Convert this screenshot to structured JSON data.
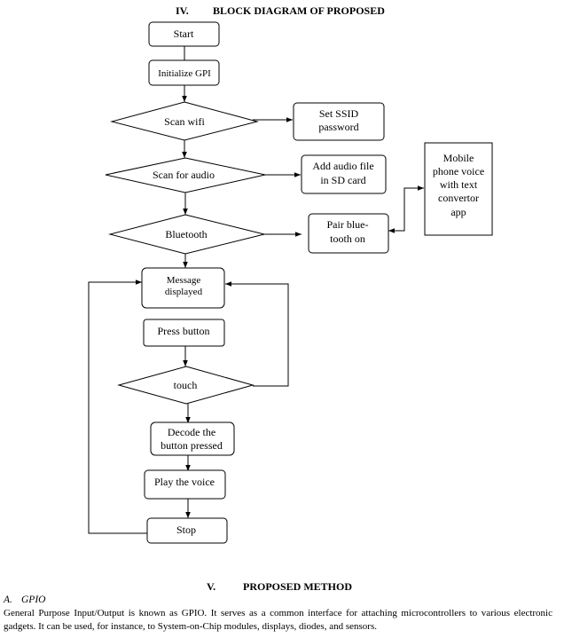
{
  "section4": {
    "number": "IV.",
    "title": "BLOCK DIAGRAM OF PROPOSED"
  },
  "diagram": {
    "nodes": {
      "start": "Start",
      "init": "Initialize GPI",
      "scan_wifi": "Scan wifi",
      "ssid": [
        "Set SSID",
        "password"
      ],
      "scan_audio": "Scan for audio",
      "audio_file": [
        "Add audio file",
        "in SD card"
      ],
      "bluetooth": "Bluetooth",
      "pair": [
        "Pair blue-",
        "tooth on"
      ],
      "mobile": [
        "Mobile",
        "phone voice",
        "with text",
        "convertor",
        "app"
      ],
      "message": [
        "Message",
        "displayed"
      ],
      "press": "Press button",
      "touch": "touch",
      "decode": [
        "Decode the",
        "button pressed"
      ],
      "play": "Play the voice",
      "stop": "Stop"
    }
  },
  "section5": {
    "number": "V.",
    "title": "PROPOSED METHOD"
  },
  "subsection": {
    "letter": "A.",
    "title": "GPIO"
  },
  "paragraph": "General Purpose Input/Output is known as GPIO. It serves as a common interface for attaching microcontrollers to various electronic gadgets. It can be used, for instance, to System-on-Chip modules, displays, diodes, and sensors."
}
